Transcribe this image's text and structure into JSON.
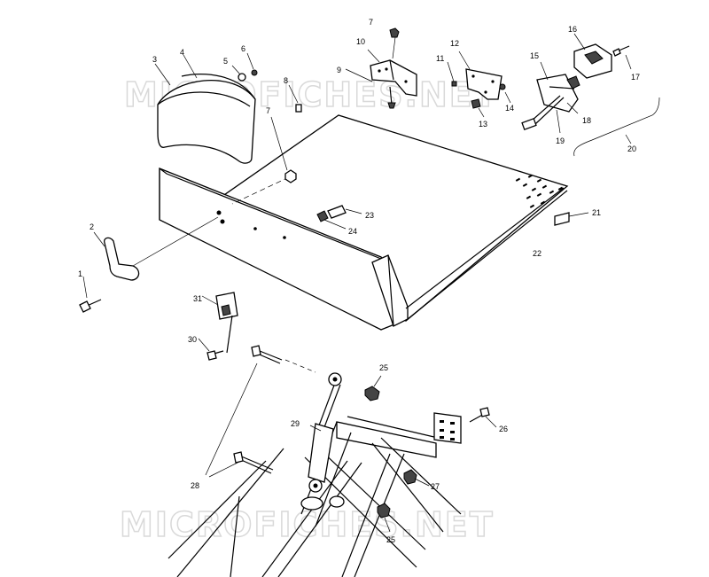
{
  "watermark": "MICROFICHES.NET",
  "labels": [
    "1",
    "2",
    "3",
    "4",
    "5",
    "6",
    "7",
    "7",
    "8",
    "9",
    "10",
    "11",
    "12",
    "13",
    "14",
    "15",
    "16",
    "17",
    "18",
    "19",
    "20",
    "21",
    "22",
    "23",
    "24",
    "25",
    "25",
    "26",
    "27",
    "28",
    "29",
    "30",
    "31"
  ]
}
